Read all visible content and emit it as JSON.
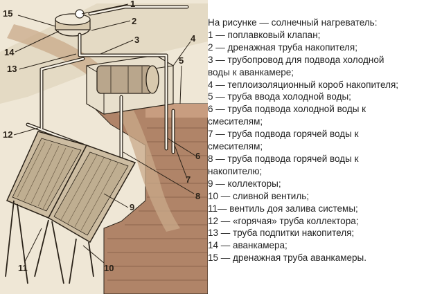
{
  "figure": {
    "callouts": [
      "1",
      "2",
      "3",
      "4",
      "5",
      "6",
      "7",
      "8",
      "9",
      "10",
      "11",
      "12",
      "13",
      "14",
      "15"
    ]
  },
  "legend": {
    "title": "На рисунке — солнечный нагреватель:",
    "lines": [
      "1 — поплавковый клапан;",
      "2 — дренажная труба накопителя;",
      "3 — трубопровод для подвода холодной",
      "воды к аванкамере;",
      "4 — теплоизоляционный короб накопителя;",
      "5 — труба ввода холодной воды;",
      "6 — труба подвода холодной воды к",
      "смесителям;",
      "7 — труба подвода горячей воды к",
      "смесителям;",
      "8 — труба подвода горячей воды к",
      "накопителю;",
      "9 — коллекторы;",
      "10 — сливной вентиль;",
      "11— вентиль доя залива системы;",
      "12 — «горячая» труба коллектора;",
      "13 — труба подпитки накопителя;",
      "14 — аванкамера;",
      "15 — дренажная труба аванкамеры."
    ]
  },
  "colors": {
    "paper": "#efe7d6",
    "ink": "#2a2218",
    "wall": "#b08468",
    "pipe": "#f6f1e6"
  }
}
